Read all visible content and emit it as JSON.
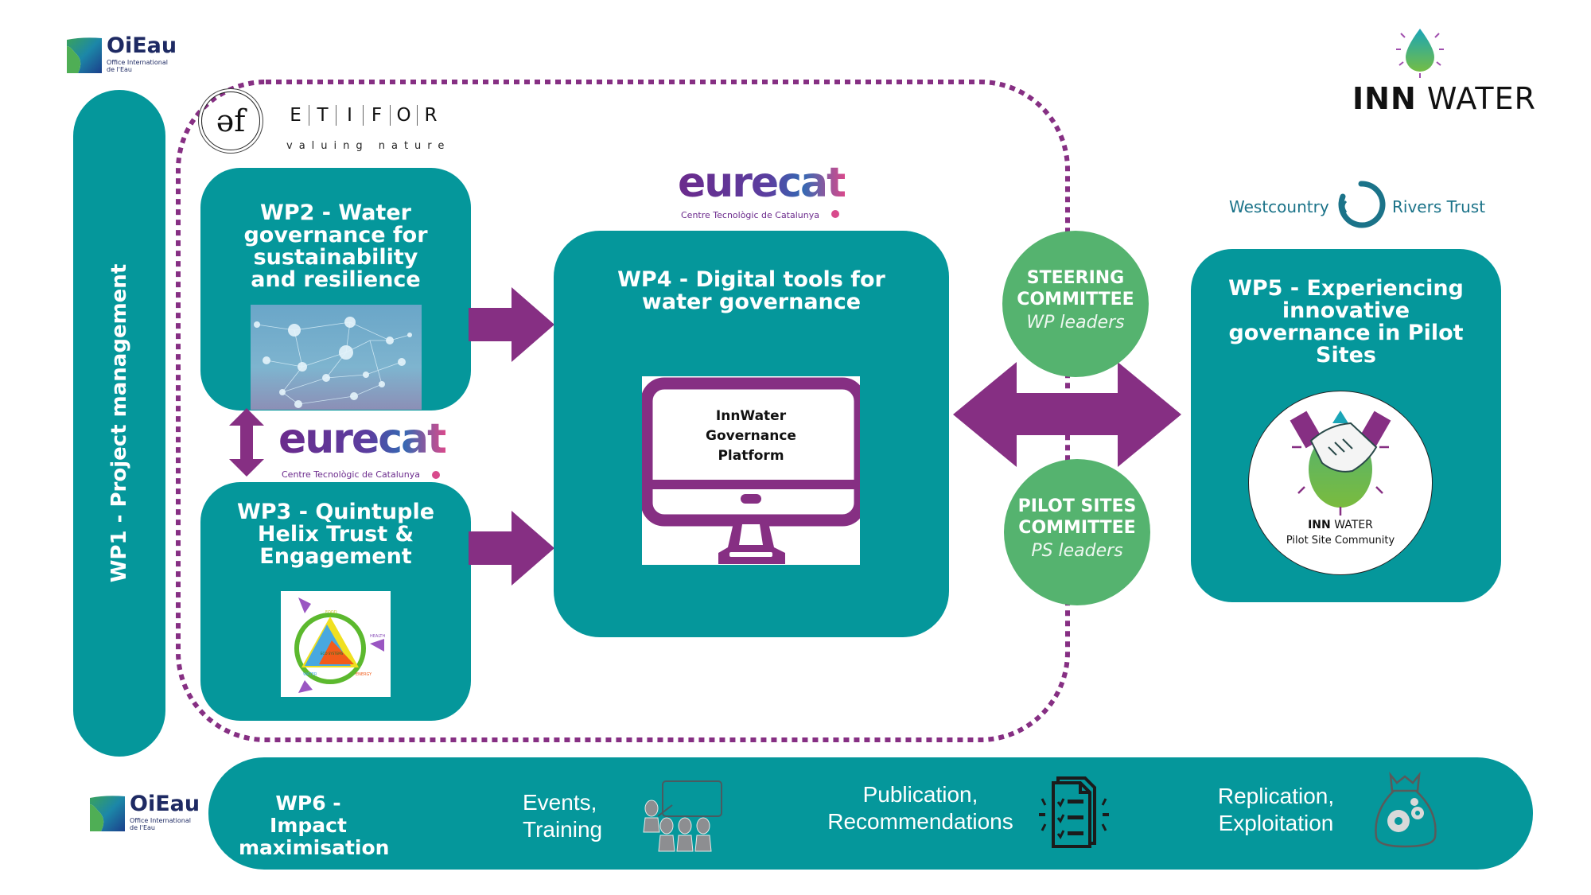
{
  "logos": {
    "oieau_top": {
      "name": "OiEau",
      "subtitle_line1": "Office International",
      "subtitle_line2": "de l'Eau"
    },
    "oieau_bottom": {
      "name": "OiEau",
      "subtitle_line1": "Office International",
      "subtitle_line2": "de l'Eau"
    },
    "etifor": {
      "letters": [
        "E",
        "T",
        "I",
        "F",
        "O",
        "R"
      ],
      "tagline": "valuing nature",
      "mark": "əf"
    },
    "eurecat_wp4": {
      "name": "eurecat",
      "subtitle": "Centre Tecnològic de Catalunya"
    },
    "eurecat_wp3": {
      "name": "eurecat",
      "subtitle": "Centre Tecnològic de Catalunya"
    },
    "innwater": {
      "bold": "INN",
      "light": "WATER"
    },
    "westcountry": {
      "left": "Westcountry",
      "right": "Rivers Trust"
    }
  },
  "wp1": {
    "label": "WP1 - Project management"
  },
  "wp2": {
    "title_lines": [
      "WP2 - Water",
      "governance for",
      "sustainability",
      "and resilience"
    ]
  },
  "wp3": {
    "title_lines": [
      "WP3 - Quintuple",
      "Helix Trust &",
      "Engagement"
    ],
    "diagram_labels": {
      "food": "FOOD",
      "health": "HEALTH",
      "water": "WATER",
      "energy": "ENERGY",
      "center": "ECO SYSTEMS"
    }
  },
  "wp4": {
    "title_lines": [
      "WP4 - Digital tools for",
      "water governance"
    ],
    "platform_lines": [
      "InnWater",
      "Governance",
      "Platform"
    ]
  },
  "steering": {
    "title_lines": [
      "STEERING",
      "COMMITTEE"
    ],
    "subtitle": "WP leaders"
  },
  "pilot": {
    "title_lines": [
      "PILOT SITES",
      "COMMITTEE"
    ],
    "subtitle": "PS leaders"
  },
  "wp5": {
    "title_lines": [
      "WP5 - Experiencing",
      "innovative",
      "governance in Pilot",
      "Sites"
    ],
    "community_bold": "INN",
    "community_light": "WATER",
    "community_sub": "Pilot Site Community"
  },
  "wp6": {
    "title_lines": [
      "WP6 - Impact",
      "maximisation"
    ],
    "items": [
      {
        "lines": [
          "Events,",
          "Training"
        ],
        "icon": "training-icon"
      },
      {
        "lines": [
          "Publication,",
          "Recommendations"
        ],
        "icon": "checklist-document-icon"
      },
      {
        "lines": [
          "Replication,",
          "Exploitation"
        ],
        "icon": "money-bag-gears-icon"
      }
    ]
  },
  "colors": {
    "teal": "#05979b",
    "purple": "#862f83",
    "green": "#55b36f",
    "navy": "#1e2a63"
  }
}
